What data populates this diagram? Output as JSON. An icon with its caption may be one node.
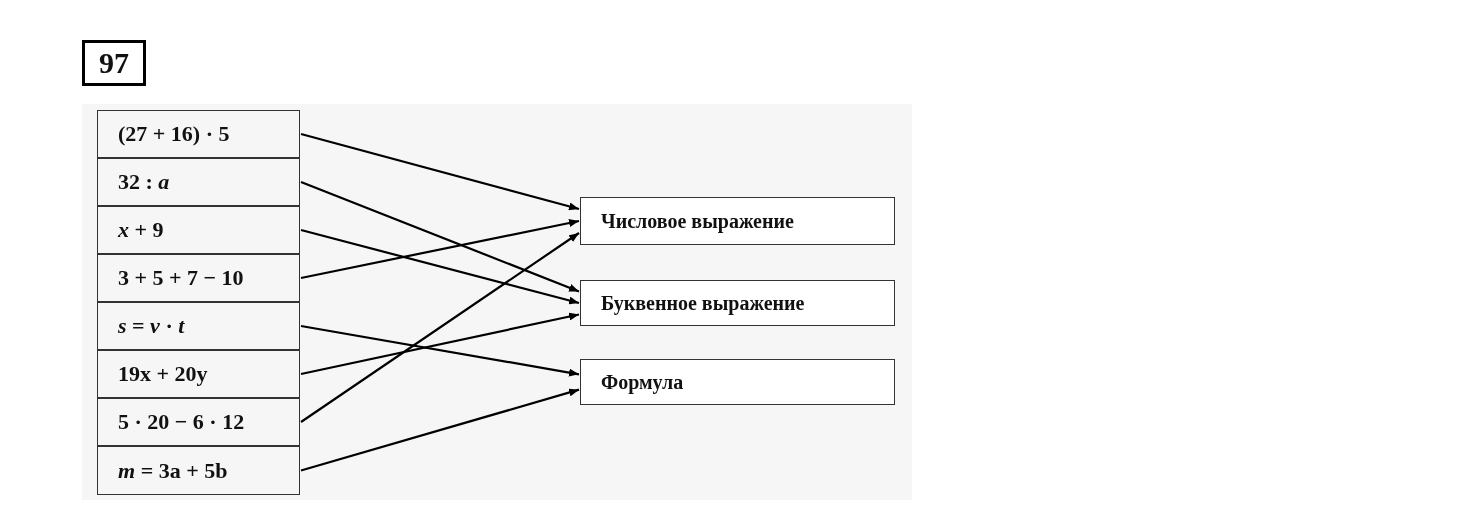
{
  "diagram": {
    "nodes": [
      {
        "text": [
          "97"
        ]
      },
      {
        "text": [
          "(27 + 16) · 5"
        ]
      },
      {
        "text": [
          "32 : *a*"
        ]
      },
      {
        "text": [
          "*x* + 9"
        ]
      },
      {
        "text": [
          "3 + 5 + 7 − 10"
        ]
      },
      {
        "text": [
          "*s* = *v* · *t*"
        ]
      },
      {
        "text": [
          "19x + 20y"
        ]
      },
      {
        "text": [
          "5 · 20 − 6 · 12"
        ]
      },
      {
        "text": [
          "*m* = 3a + 5b"
        ]
      },
      {
        "text": [
          "Числовое выражение"
        ]
      },
      {
        "text": [
          "Буквенное выражение"
        ]
      },
      {
        "text": [
          "Формула"
        ]
      }
    ],
    "edges": [
      {
        "from": 1,
        "to": 9,
        "arrow": "to"
      },
      {
        "from": 2,
        "to": 10,
        "arrow": "to"
      },
      {
        "from": 3,
        "to": 10,
        "arrow": "to"
      },
      {
        "from": 4,
        "to": 9,
        "arrow": "to"
      },
      {
        "from": 5,
        "to": 11,
        "arrow": "to"
      },
      {
        "from": 6,
        "to": 10,
        "arrow": "to"
      },
      {
        "from": 7,
        "to": 9,
        "arrow": "to"
      },
      {
        "from": 8,
        "to": 11,
        "arrow": "to"
      }
    ]
  }
}
